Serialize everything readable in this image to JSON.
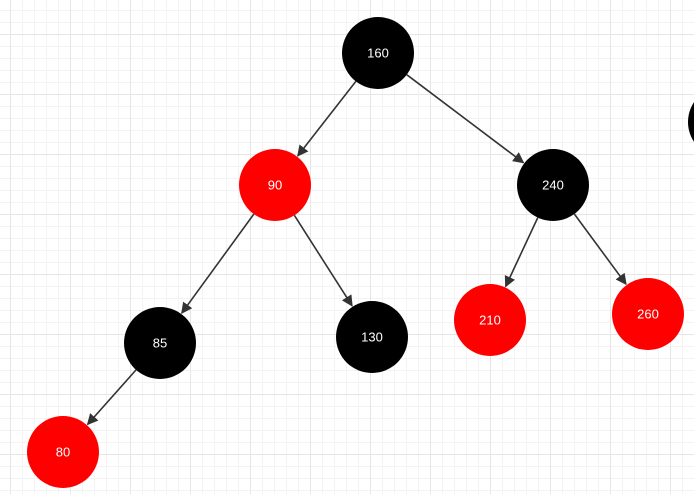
{
  "colors": {
    "black_node": "#000000",
    "red_node": "#ff0000",
    "edge": "#333333",
    "label": "#ffffff"
  },
  "nodes": [
    {
      "id": "n160",
      "label": "160",
      "color": "black"
    },
    {
      "id": "n90",
      "label": "90",
      "color": "red"
    },
    {
      "id": "n240",
      "label": "240",
      "color": "black"
    },
    {
      "id": "n85",
      "label": "85",
      "color": "black"
    },
    {
      "id": "n130",
      "label": "130",
      "color": "black"
    },
    {
      "id": "n210",
      "label": "210",
      "color": "red"
    },
    {
      "id": "n260",
      "label": "260",
      "color": "red"
    },
    {
      "id": "n80",
      "label": "80",
      "color": "red"
    },
    {
      "id": "offscreen",
      "label": "",
      "color": "black"
    }
  ],
  "edges": [
    {
      "from": "n160",
      "to": "n90"
    },
    {
      "from": "n160",
      "to": "n240"
    },
    {
      "from": "n90",
      "to": "n85"
    },
    {
      "from": "n90",
      "to": "n130"
    },
    {
      "from": "n240",
      "to": "n210"
    },
    {
      "from": "n240",
      "to": "n260"
    },
    {
      "from": "n85",
      "to": "n80"
    }
  ]
}
